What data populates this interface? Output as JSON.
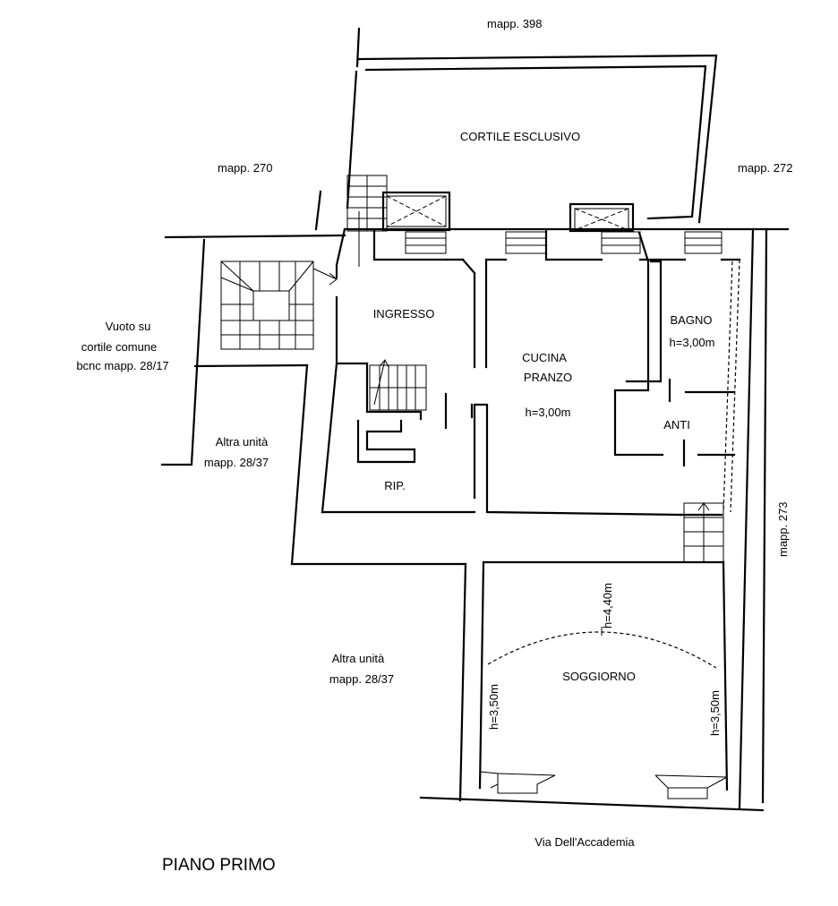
{
  "plan": {
    "title": "PIANO PRIMO",
    "street": "Via Dell'Accademia",
    "neighbors": {
      "north": "mapp. 398",
      "west_top": "mapp. 270",
      "east_top": "mapp. 272",
      "east": "mapp. 273",
      "void_line1": "Vuoto su",
      "void_line2": "cortile comune",
      "void_line3": "bcnc mapp. 28/17",
      "other_unit_1_line1": "Altra unità",
      "other_unit_1_line2": "mapp. 28/37",
      "other_unit_2_line1": "Altra unità",
      "other_unit_2_line2": "mapp. 28/37"
    },
    "rooms": {
      "courtyard": "CORTILE ESCLUSIVO",
      "entrance": "INGRESSO",
      "kitchen_line1": "CUCINA",
      "kitchen_line2": "PRANZO",
      "kitchen_height": "h=3,00m",
      "bathroom": "BAGNO",
      "bathroom_height": "h=3,00m",
      "anteroom": "ANTI",
      "storage": "RIP.",
      "living": "SOGGIORNO",
      "living_height_center": "h=4,40m",
      "living_height_left": "h=3,50m",
      "living_height_right": "h=3,50m"
    }
  }
}
